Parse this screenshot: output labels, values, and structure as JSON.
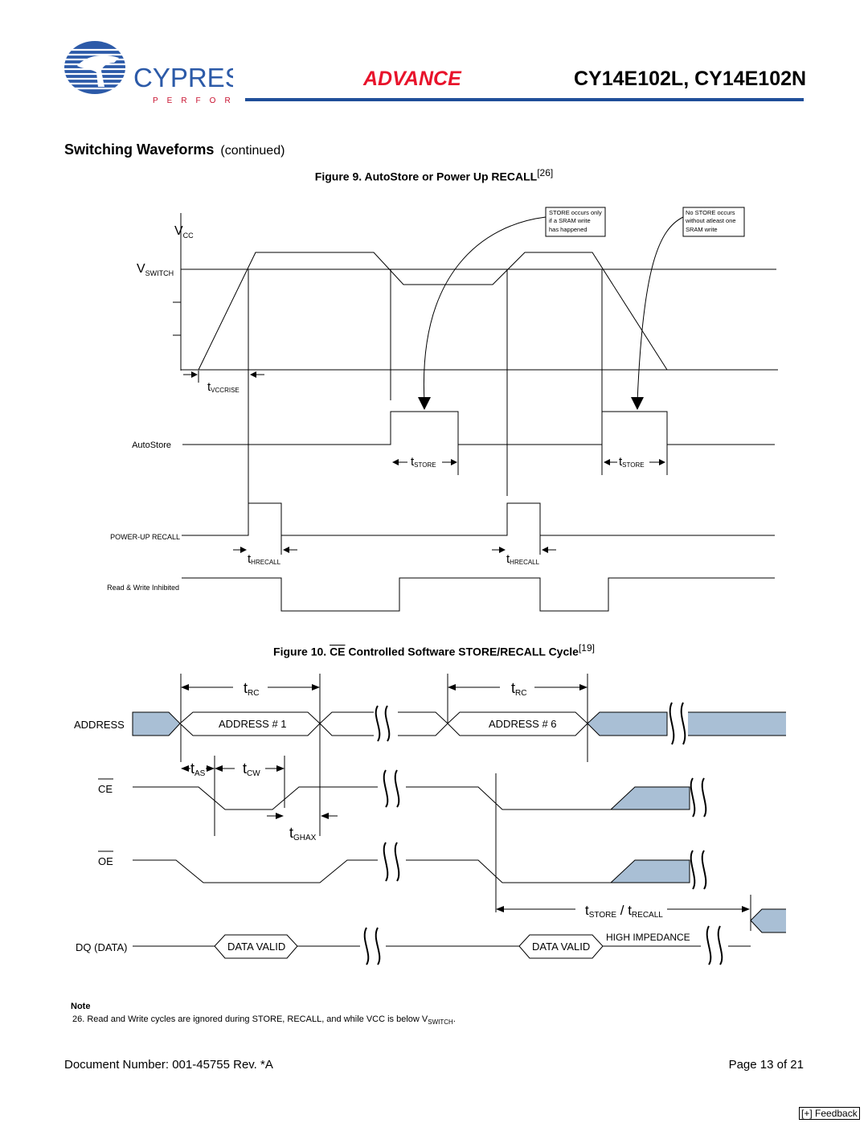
{
  "header": {
    "logo_text": "CYPRESS",
    "logo_tagline": "PERFORM",
    "status": "ADVANCE",
    "part_numbers": "CY14E102L, CY14E102N",
    "accent_color": "#e8132b",
    "rule_color": "#1f4e99"
  },
  "section": {
    "title": "Switching Waveforms",
    "continued": "(continued)"
  },
  "figure9": {
    "caption": "Figure 9.  AutoStore or Power Up RECALL",
    "caption_ref": "[26]",
    "vcc_main": "V",
    "vcc_sub": "CC",
    "vswitch_main": "V",
    "vswitch_sub": "SWITCH",
    "tvccrise_main": "t",
    "tvccrise_sub": "VCCRISE",
    "autostore_label": "AutoStore",
    "tstore_main": "t",
    "tstore_sub": "STORE",
    "powerup_label": "POWER-UP RECALL",
    "threcall_main": "t",
    "threcall_sub": "HRECALL",
    "rw_label": "Read & Write Inhibited",
    "callout1": [
      "STORE occurs only",
      "if a SRAM write",
      "has happened"
    ],
    "callout2": [
      "No STORE occurs",
      "without atleast one",
      "SRAM write"
    ]
  },
  "figure10": {
    "caption_prefix": "Figure 10.  ",
    "caption_ce": "CE",
    "caption_rest": " Controlled Software STORE/RECALL Cycle",
    "caption_ref": "[19]",
    "trc_main": "t",
    "trc_sub": "RC",
    "address_label": "ADDRESS",
    "address1": "ADDRESS # 1",
    "address6": "ADDRESS # 6",
    "tas_main": "t",
    "tas_sub": "AS",
    "tcw_main": "t",
    "tcw_sub": "CW",
    "tghax_main": "t",
    "tghax_sub": "GHAX",
    "ce_label": "CE",
    "oe_label": "OE",
    "tstore_main": "t",
    "tstore_sub": "STORE",
    "slash": " / ",
    "trecall_main": "t",
    "trecall_sub": "RECALL",
    "dq_label": "DQ (DATA)",
    "data_valid": "DATA VALID",
    "high_impedance": "HIGH IMPEDANCE",
    "fill_color": "#a9bfd5"
  },
  "note": {
    "heading": "Note",
    "text": "26. Read and Write cycles are ignored during STORE, RECALL, and while VCC is below V",
    "text_sub": "SWITCH",
    "text_end": "."
  },
  "footer": {
    "doc_number": "Document Number: 001-45755 Rev. *A",
    "page": "Page 13 of 21",
    "feedback": "[+] Feedback"
  }
}
